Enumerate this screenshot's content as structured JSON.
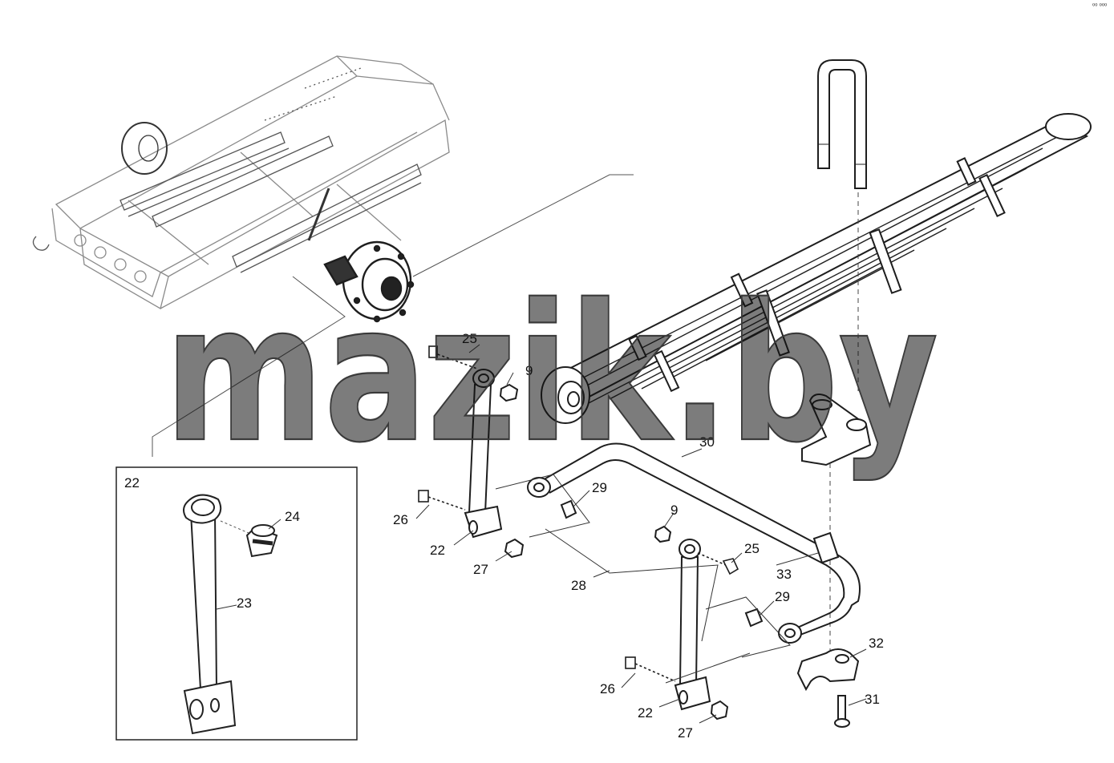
{
  "watermark": {
    "text": "mazik.by"
  },
  "corner_mark": {
    "text": "⁰⁰ ⁰⁰⁰"
  },
  "inset": {
    "id_label": "22"
  },
  "callouts": {
    "c25_top": "25",
    "c9_top": "9",
    "c26_left": "26",
    "c22_left": "22",
    "c27_left": "27",
    "c29_top": "29",
    "c30": "30",
    "c28": "28",
    "c9_mid": "9",
    "c25_mid": "25",
    "c33": "33",
    "c29_mid": "29",
    "c32": "32",
    "c26_bottom": "26",
    "c22_bottom": "22",
    "c27_bottom": "27",
    "c31": "31",
    "c24_inset": "24",
    "c23_inset": "23"
  },
  "colors": {
    "line": "#2a2a2a",
    "light_line": "#9a9a9a",
    "watermark_stroke": "#444444"
  }
}
